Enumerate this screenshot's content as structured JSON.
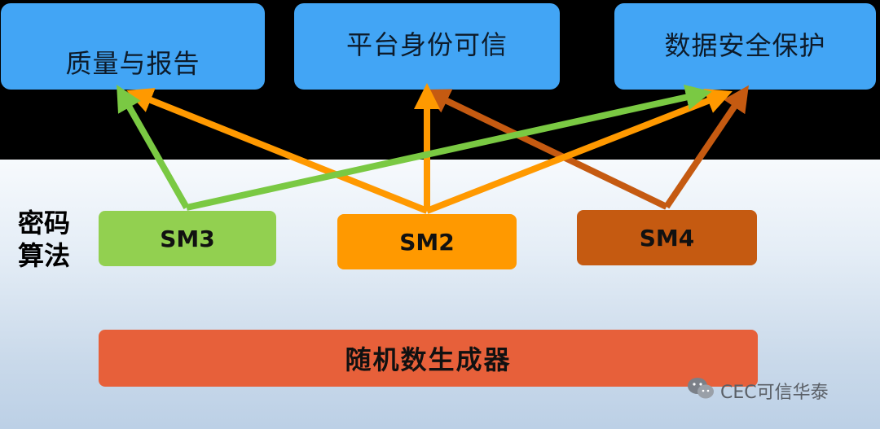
{
  "targets": [
    {
      "label": "质量与报告"
    },
    {
      "label": "平台身份可信"
    },
    {
      "label": "数据安全保护"
    }
  ],
  "side_label": "密码算法",
  "algorithms": [
    {
      "label": "SM3",
      "color": "#92d050"
    },
    {
      "label": "SM2",
      "color": "#ff9900"
    },
    {
      "label": "SM4",
      "color": "#c55a11"
    }
  ],
  "arrow_colors": {
    "SM3": "#7ac943",
    "SM2": "#ff9900",
    "SM4": "#c55a11"
  },
  "rng_label": "随机数生成器",
  "watermark": {
    "icon": "wechat-icon",
    "text": "CEC可信华泰"
  }
}
